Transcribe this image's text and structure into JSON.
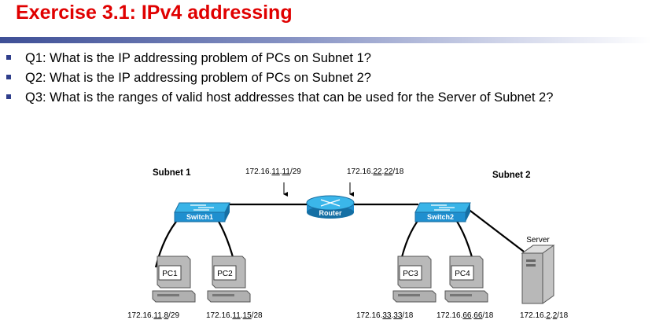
{
  "title": "Exercise 3.1: IPv4 addressing",
  "questions": [
    "Q1: What is the IP addressing problem of PCs on Subnet 1?",
    "Q2: What is the IP addressing problem of PCs on Subnet 2?",
    "Q3: What is the ranges of valid host addresses that can be used for the Server of Subnet 2?"
  ],
  "diagram": {
    "subnet1_label": "Subnet 1",
    "subnet2_label": "Subnet 2",
    "router_label": "Router",
    "switch1_label": "Switch1",
    "switch2_label": "Switch2",
    "server_label": "Server",
    "router_if1": {
      "pre": "172.16.",
      "u1": "11",
      "mid": ".",
      "u2": "11",
      "post": "/29"
    },
    "router_if2": {
      "pre": "172.16.",
      "u1": "22",
      "mid": ".",
      "u2": "22",
      "post": "/18"
    },
    "pc1": {
      "label": "PC1",
      "ip": {
        "pre": "172.16.",
        "u1": "11",
        "mid": ".",
        "u2": "8",
        "post": "/29"
      }
    },
    "pc2": {
      "label": "PC2",
      "ip": {
        "pre": "172.16.",
        "u1": "11",
        "mid": ".",
        "u2": "15",
        "post": "/28"
      }
    },
    "pc3": {
      "label": "PC3",
      "ip": {
        "pre": "172.16.",
        "u1": "33",
        "mid": ".",
        "u2": "33",
        "post": "/18"
      }
    },
    "pc4": {
      "label": "PC4",
      "ip": {
        "pre": "172.16.",
        "u1": "66",
        "mid": ".",
        "u2": "66",
        "post": "/18"
      }
    },
    "server_ip": {
      "pre": "172.16.",
      "u1": "2",
      "mid": ".",
      "u2": "2",
      "post": "/18"
    }
  },
  "colors": {
    "title": "#e00000",
    "bullet": "#2f3e8b",
    "device_blue": "#1f9ad6"
  }
}
